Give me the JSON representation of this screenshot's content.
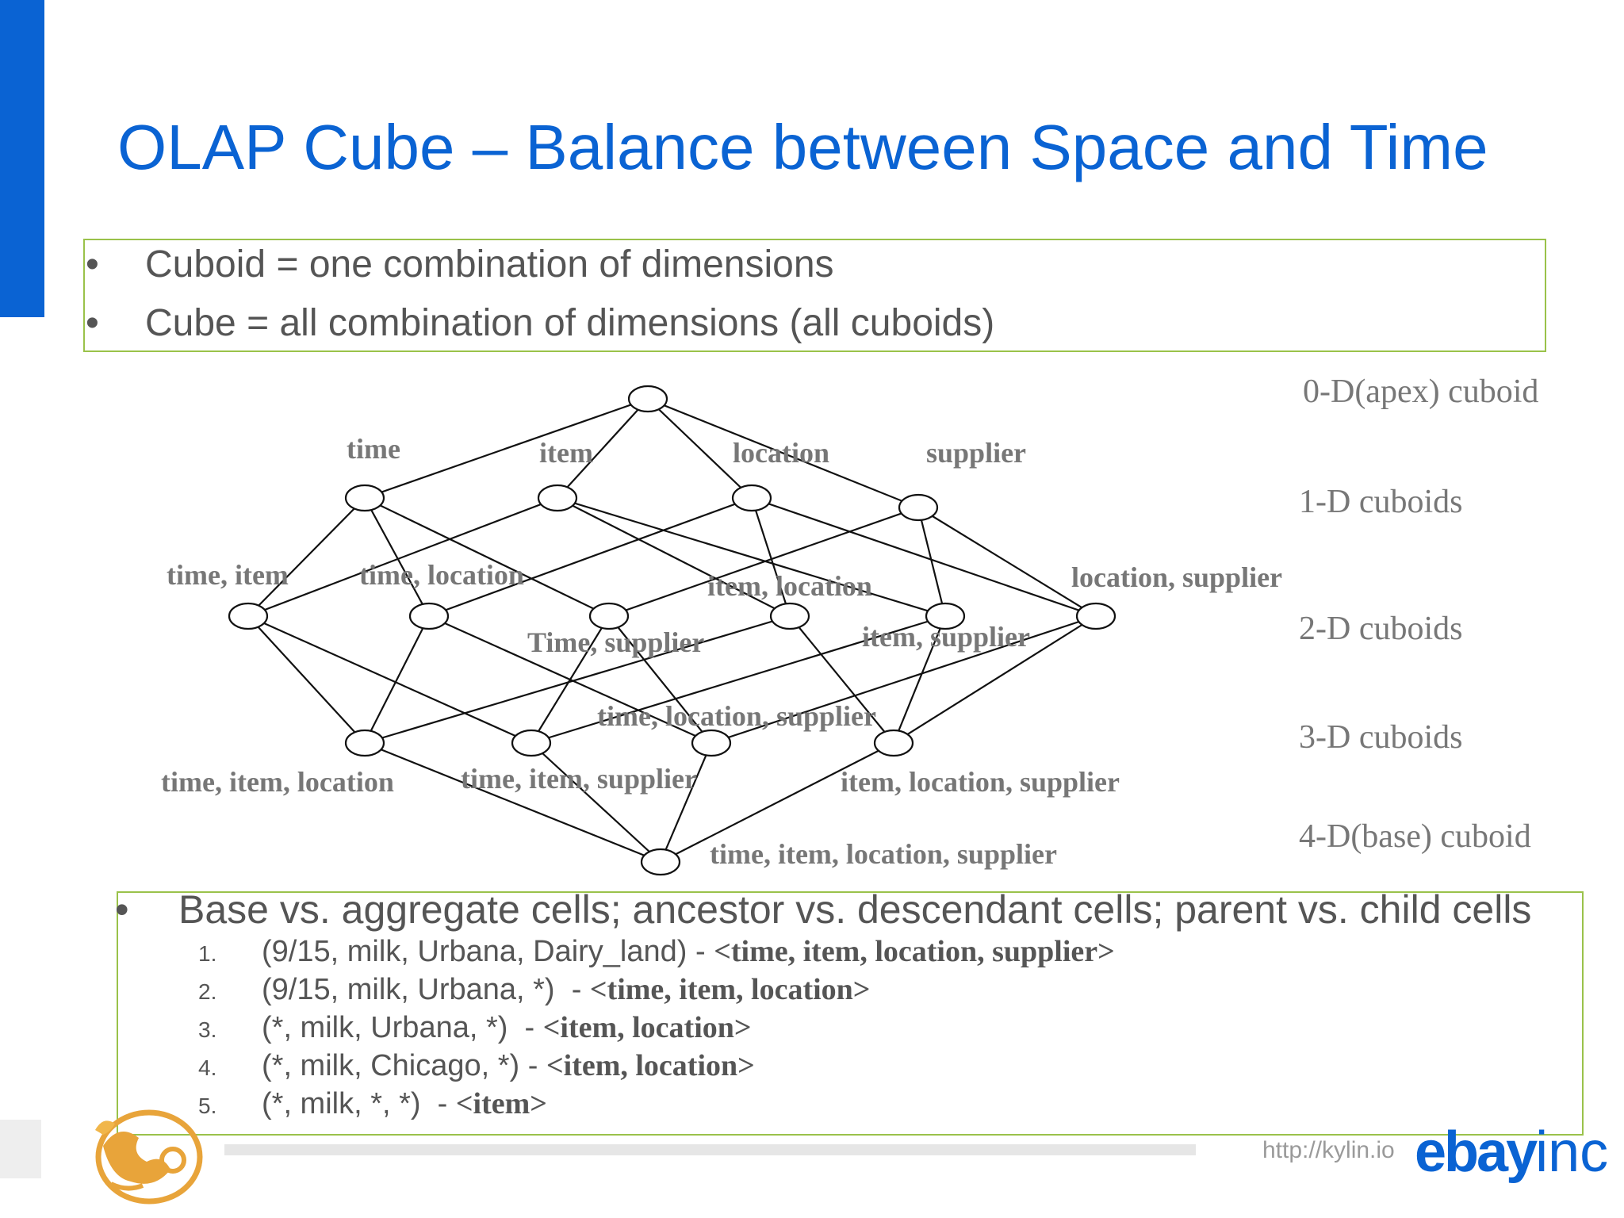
{
  "slide": {
    "title": "OLAP Cube – Balance between Space and Time",
    "bullets_top": [
      {
        "marker": "•",
        "text": "Cuboid = one combination of dimensions"
      },
      {
        "marker": "•",
        "text": "Cube = all combination of dimensions  (all cuboids)"
      }
    ]
  },
  "lattice": {
    "levels": [
      "0-D(apex) cuboid",
      "1-D cuboids",
      "2-D cuboids",
      "3-D cuboids",
      "4-D(base) cuboid"
    ],
    "labels_1d": [
      "time",
      "item",
      "location",
      "supplier"
    ],
    "labels_2d": [
      "time, item",
      "time, location",
      "item, location",
      "location, supplier",
      "Time, supplier",
      "item, supplier"
    ],
    "labels_3d": [
      "time, location, supplier",
      "time, item, location",
      "time, item, supplier",
      "item, location, supplier"
    ],
    "labels_4d": [
      "time, item, location, supplier"
    ]
  },
  "bottom": {
    "bullet": {
      "marker": "•",
      "text": "Base vs. aggregate cells; ancestor vs. descendant cells; parent vs. child cells"
    },
    "examples": [
      {
        "num": "1.",
        "cell": "(9/15, milk, Urbana, Dairy_land)",
        "sep": " - ",
        "cuboid": "<time, item, location, supplier>"
      },
      {
        "num": "2.",
        "cell": "(9/15, milk, Urbana, *)",
        "sep": "  - ",
        "cuboid": "<time, item, location>"
      },
      {
        "num": "3.",
        "cell": "(*, milk, Urbana, *)",
        "sep": "  - ",
        "cuboid": "<item, location>"
      },
      {
        "num": "4.",
        "cell": "(*, milk, Chicago, *)",
        "sep": " - ",
        "cuboid": "<item, location>"
      },
      {
        "num": "5.",
        "cell": "(*, milk, *, *)",
        "sep": "  - ",
        "cuboid": "<item>"
      }
    ]
  },
  "footer": {
    "url": "http://kylin.io",
    "brand": "ebay",
    "brand_suffix": "inc"
  },
  "colors": {
    "accent": "#0a63d3",
    "box_border": "#9ac24a",
    "text": "#555555"
  }
}
